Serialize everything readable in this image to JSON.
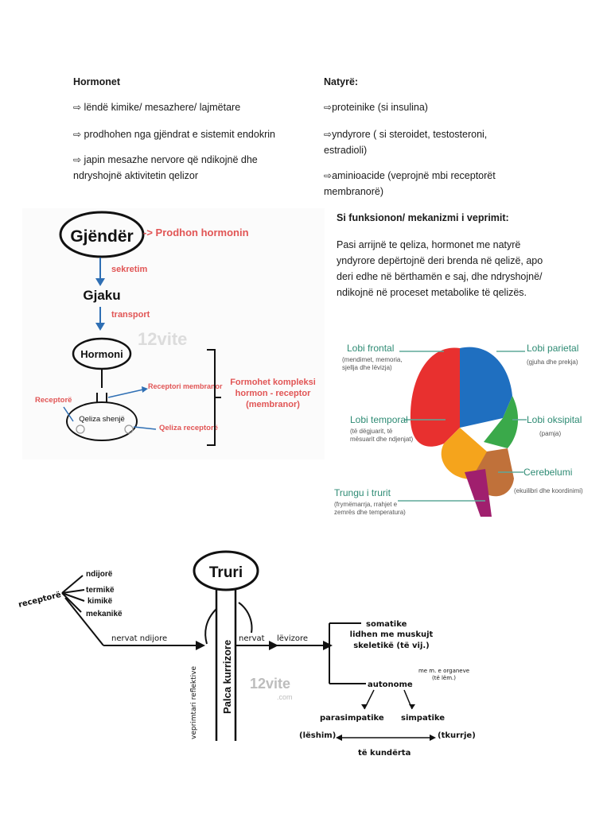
{
  "hormones": {
    "heading": "Hormonet",
    "arrow_glyph": "⇨",
    "items": [
      "lëndë kimike/ mesazhere/ lajmëtare",
      "prodhohen nga gjëndrat e sistemit endokrin",
      "japin mesazhe nervore që ndikojnë dhe ndryshojnë aktivitetin qelizor"
    ]
  },
  "nature": {
    "heading": "Natyrë:",
    "items": [
      "proteinike (si insulina)",
      "yndyrore ( si steroidet, testosteroni, estradioli)",
      "aminioacide  (veprojnë mbi receptorët membranorë)"
    ]
  },
  "mechanism": {
    "heading": "Si funksionon/ mekanizmi i veprimit:",
    "body": "Pasi arrijnë te qeliza, hormonet me natyrë yndyrore depërtojnë deri brenda në qelizë, apo deri edhe në bërthamën e saj, dhe ndryshojnë/ ndikojnë në proceset metabolike të qelizës."
  },
  "hormone_diagram": {
    "gland": "Gjëndër",
    "gland_note": "-> Prodhon hormonin",
    "secretion": "sekretim",
    "blood": "Gjaku",
    "transport": "transport",
    "hormone": "Hormoni",
    "receptor_left": "Receptorë",
    "receptor_membrane": "Receptori membranor",
    "target_cell": "Qeliza shenjë",
    "receptor_cell": "Qeliza receptorë",
    "complex_note": "Formohet kompleksi hormon - receptor (membranor)",
    "watermark": "12vite"
  },
  "brain_diagram": {
    "labels": {
      "frontal": "Lobi frontal",
      "frontal_desc": "(mendimet, memoria, sjellja dhe lëvizja)",
      "parietal": "Lobi parietal",
      "parietal_desc": "(gjuha dhe prekja)",
      "temporal": "Lobi temporal",
      "temporal_desc": "(të dëgjuarit, të mësuarit dhe ndjenjat)",
      "occipital": "Lobi oksipital",
      "occipital_desc": "(pamja)",
      "cerebellum": "Cerebelumi",
      "cerebellum_desc": "(ekuilibri dhe koordinimi)",
      "brainstem": "Trungu i trurit",
      "brainstem_desc": "(frymëmarrja, rrahjet e zemrës dhe temperatura)"
    },
    "colors": {
      "frontal": "#e8302f",
      "parietal": "#1f6fc0",
      "temporal": "#f5a41c",
      "occipital": "#3aa94a",
      "cerebellum": "#c0713a",
      "brainstem": "#a01f6e",
      "label": "#2e8b74"
    }
  },
  "nervous_diagram": {
    "brain": "Truri",
    "receptors": "receptorë",
    "receptor_types": [
      "ndijorë",
      "termikë",
      "kimikë",
      "mekanikë"
    ],
    "sensory_nerves": "nervat ndijore",
    "spinal_cord": "Palca kurrizore",
    "reflex": "veprimtari reflektive",
    "nerves": "nervat",
    "motor": "lëvizore",
    "somatic": "somatike",
    "somatic_desc": "lidhen me muskujt skeletikë (të vij.)",
    "autonomic": "autonome",
    "autonomic_note": "me m. e organeve (të lëm.)",
    "parasympathetic": "parasimpatike",
    "sympathetic": "simpatike",
    "relax": "(lëshim)",
    "contract": "(tkurrje)",
    "opposite": "të kundërta",
    "watermark": "12vite",
    "watermark_suffix": ".com"
  }
}
